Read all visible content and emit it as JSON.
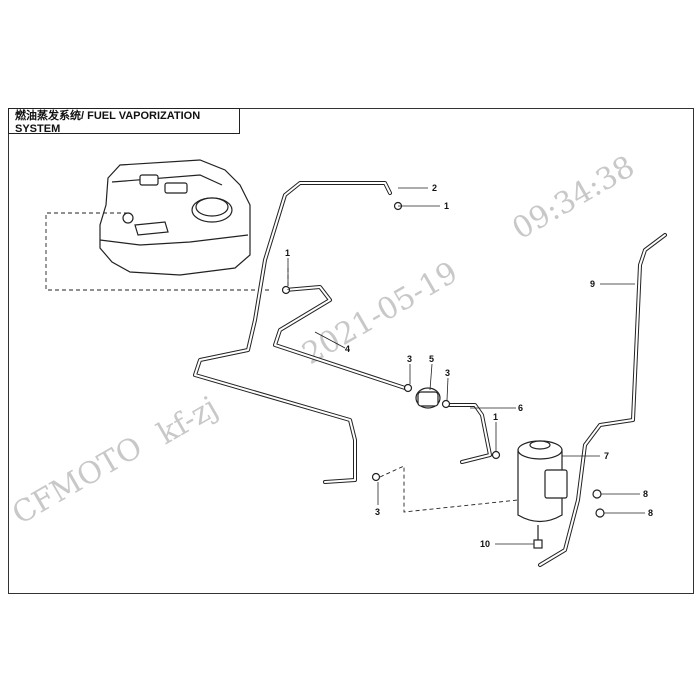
{
  "title": "燃油蒸发系统/ FUEL VAPORIZATION SYSTEM",
  "watermark": {
    "brand": "CFMOTO",
    "user": "kf-zj",
    "date": "2021-05-19",
    "time": "09:34:38"
  },
  "callouts": {
    "c1_top": "1",
    "c2": "2",
    "c1_left": "1",
    "c4": "4",
    "c3_a": "3",
    "c5": "5",
    "c3_b": "3",
    "c6": "6",
    "c1_right": "1",
    "c3_bottom": "3",
    "c7": "7",
    "c8_a": "8",
    "c8_b": "8",
    "c9": "9",
    "c10": "10"
  },
  "colors": {
    "line": "#222222",
    "watermark": "#c8c8c8"
  }
}
